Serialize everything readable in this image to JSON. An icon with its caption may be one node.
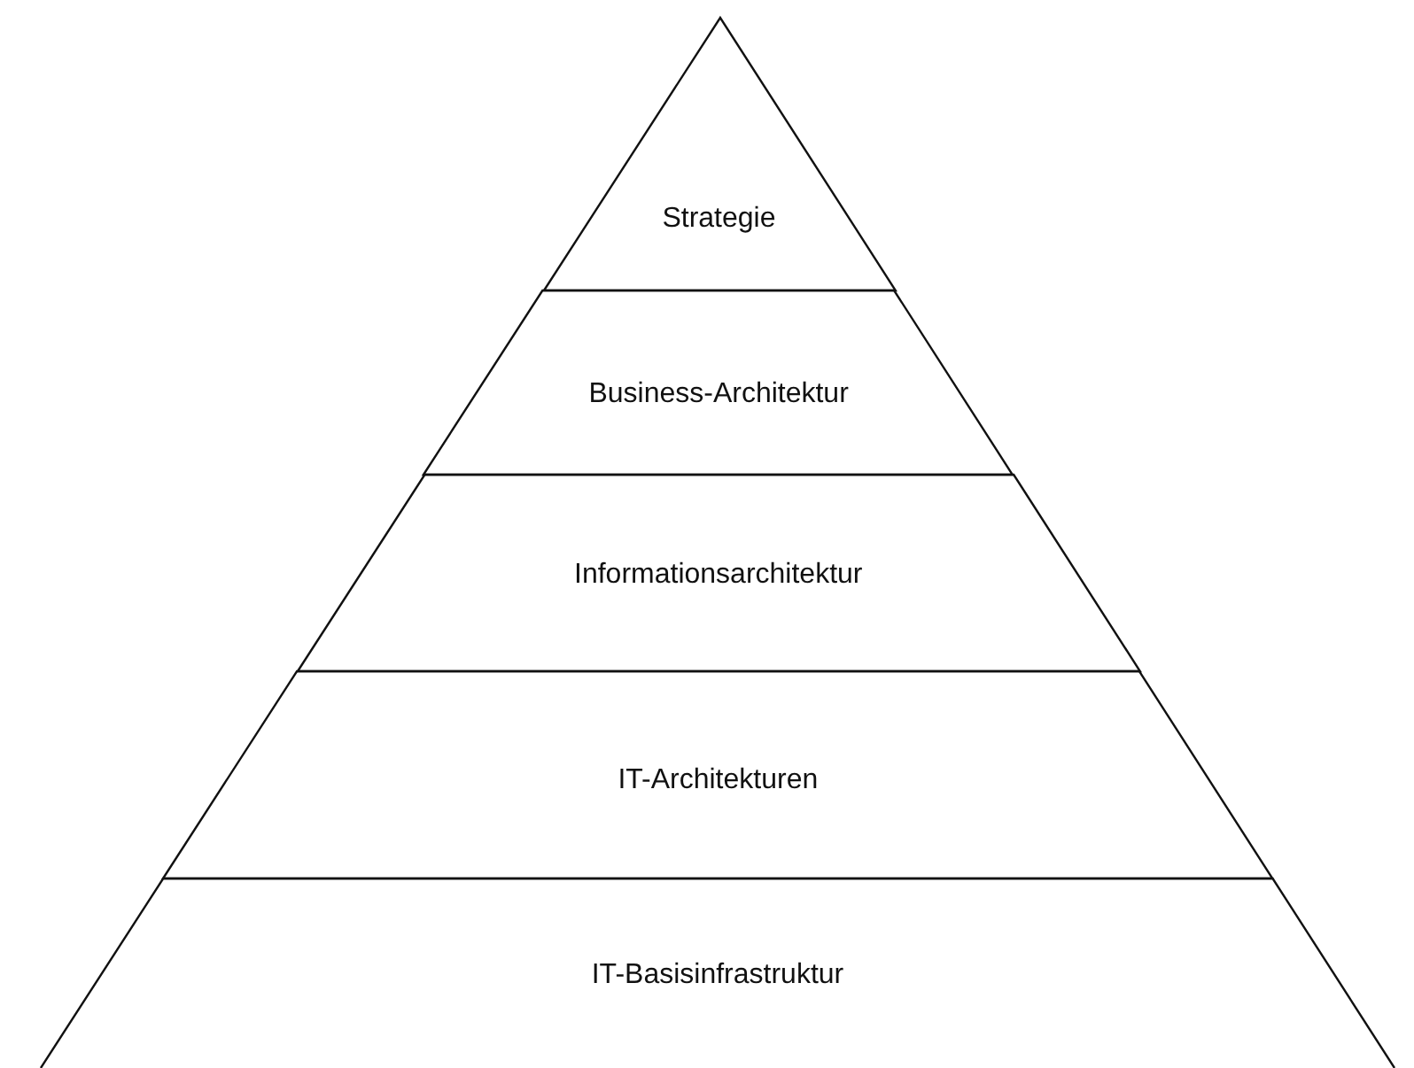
{
  "diagram": {
    "nodes": [
      {
        "text": [
          "Strategie"
        ]
      },
      {
        "text": [
          "Business-Architektur"
        ]
      },
      {
        "text": [
          "Informationsarchitektur"
        ]
      },
      {
        "text": [
          "IT-Architekturen"
        ]
      },
      {
        "text": [
          "IT-Basisinfrastruktur"
        ]
      }
    ]
  }
}
